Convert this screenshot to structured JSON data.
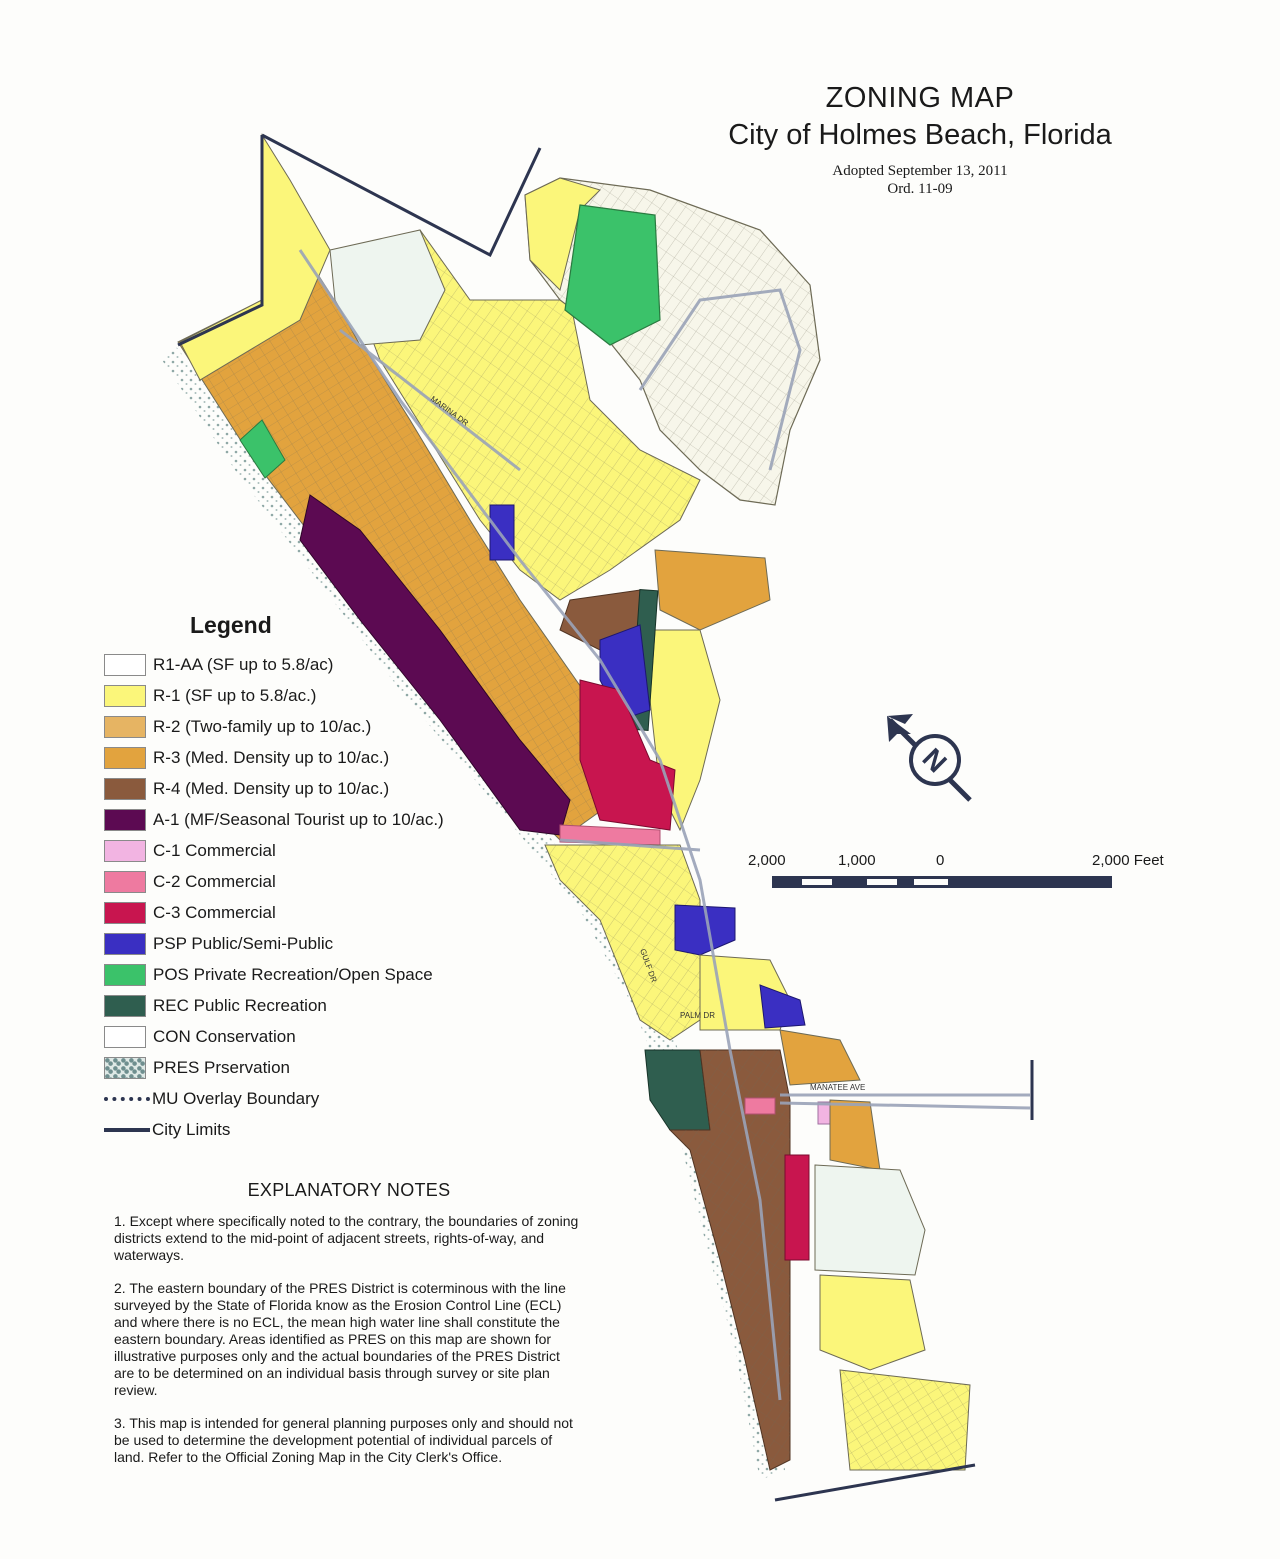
{
  "title": "ZONING MAP",
  "subtitle": "City of Holmes Beach, Florida",
  "adopted": "Adopted September 13, 2011",
  "ordinance": "Ord. 11-09",
  "legend": {
    "title": "Legend",
    "items": [
      {
        "label": "R1-AA (SF up to 5.8/ac)",
        "color": "#ffffff",
        "type": "fill"
      },
      {
        "label": "R-1 (SF up to 5.8/ac.)",
        "color": "#fbf67a",
        "type": "fill"
      },
      {
        "label": "R-2 (Two-family up to 10/ac.)",
        "color": "#e6b463",
        "type": "fill"
      },
      {
        "label": "R-3 (Med. Density up to 10/ac.)",
        "color": "#e2a33e",
        "type": "fill"
      },
      {
        "label": "R-4 (Med. Density up to 10/ac.)",
        "color": "#8a5a3d",
        "type": "fill"
      },
      {
        "label": "A-1 (MF/Seasonal Tourist up to 10/ac.)",
        "color": "#5c0a52",
        "type": "fill"
      },
      {
        "label": "C-1 Commercial",
        "color": "#f2b4e2",
        "type": "fill"
      },
      {
        "label": "C-2 Commercial",
        "color": "#ee7aa0",
        "type": "fill"
      },
      {
        "label": "C-3 Commercial",
        "color": "#c8154f",
        "type": "fill"
      },
      {
        "label": "PSP Public/Semi-Public",
        "color": "#3a2fc2",
        "type": "fill"
      },
      {
        "label": "POS Private Recreation/Open Space",
        "color": "#3bc26a",
        "type": "fill"
      },
      {
        "label": "REC Public Recreation",
        "color": "#2f5e4f",
        "type": "fill"
      },
      {
        "label": "CON Conservation",
        "color": "#ffffff",
        "type": "fill"
      },
      {
        "label": "PRES Prservation",
        "color": "#dfe9e6",
        "type": "pres"
      },
      {
        "label": "MU Overlay Boundary",
        "color": "#2d3550",
        "type": "dotted"
      },
      {
        "label": "City Limits",
        "color": "#2d3550",
        "type": "line"
      }
    ]
  },
  "scale": {
    "labels": [
      "2,000",
      "1,000",
      "0",
      "2,000 Feet"
    ]
  },
  "north_arrow": {
    "letter": "N",
    "icon": "north-arrow-icon"
  },
  "street_labels": [
    "MARINA DR",
    "MANATEE AVE",
    "GULF DR",
    "PALM DR"
  ],
  "notes": {
    "title": "EXPLANATORY NOTES",
    "items": [
      "1.  Except where specifically noted to the contrary, the boundaries of zoning districts extend to the mid-point of adjacent streets, rights-of-way, and waterways.",
      "2.  The eastern boundary of the PRES District is coterminous with the line surveyed by the State of Florida know as the Erosion Control Line (ECL) and where there is no ECL, the mean high water line shall constitute the eastern boundary. Areas identified as PRES on this map are shown for illustrative purposes only and the actual boundaries of the PRES District are to be determined on an individual basis through survey or site plan review.",
      "3.  This map is intended for general planning purposes only and should not be used to determine the development potential of individual parcels of land.  Refer to the Official Zoning Map in the City Clerk's Office."
    ]
  }
}
